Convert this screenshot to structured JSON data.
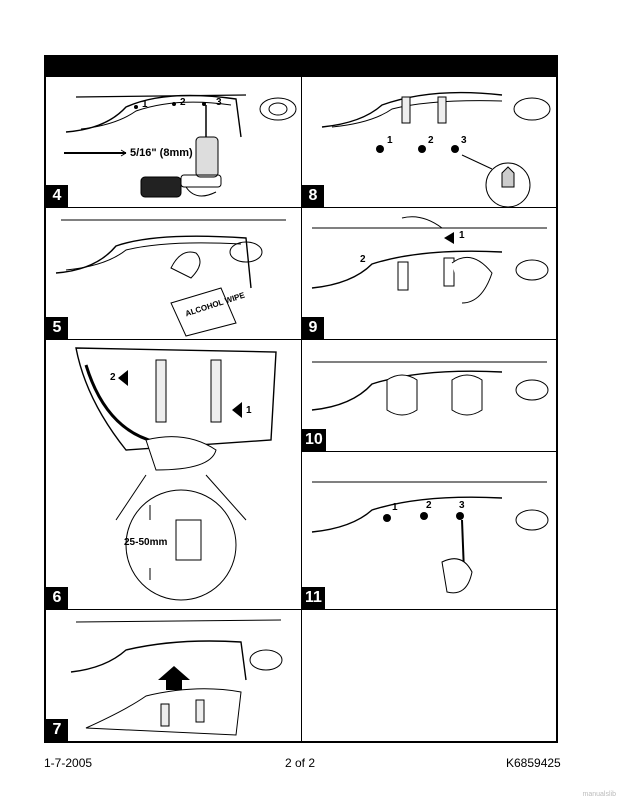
{
  "panels": {
    "p4": {
      "number": "4",
      "drill_label": "5/16\" (8mm)",
      "callouts": [
        "1",
        "2",
        "3"
      ]
    },
    "p5": {
      "number": "5",
      "wipe_text": "ALCOHOL WIPE"
    },
    "p6": {
      "number": "6",
      "arrows": [
        "2",
        "1"
      ],
      "dimension": "25-50mm"
    },
    "p7": {
      "number": "7"
    },
    "p8": {
      "number": "8",
      "callouts": [
        "1",
        "2",
        "3"
      ]
    },
    "p9": {
      "number": "9",
      "arrows": [
        "1",
        "2"
      ]
    },
    "p10": {
      "number": "10"
    },
    "p11": {
      "number": "11",
      "callouts": [
        "1",
        "2",
        "3"
      ]
    }
  },
  "footer": {
    "date": "1-7-2005",
    "page": "2 of 2",
    "part_number": "K6859425"
  },
  "watermark": "manualslib"
}
